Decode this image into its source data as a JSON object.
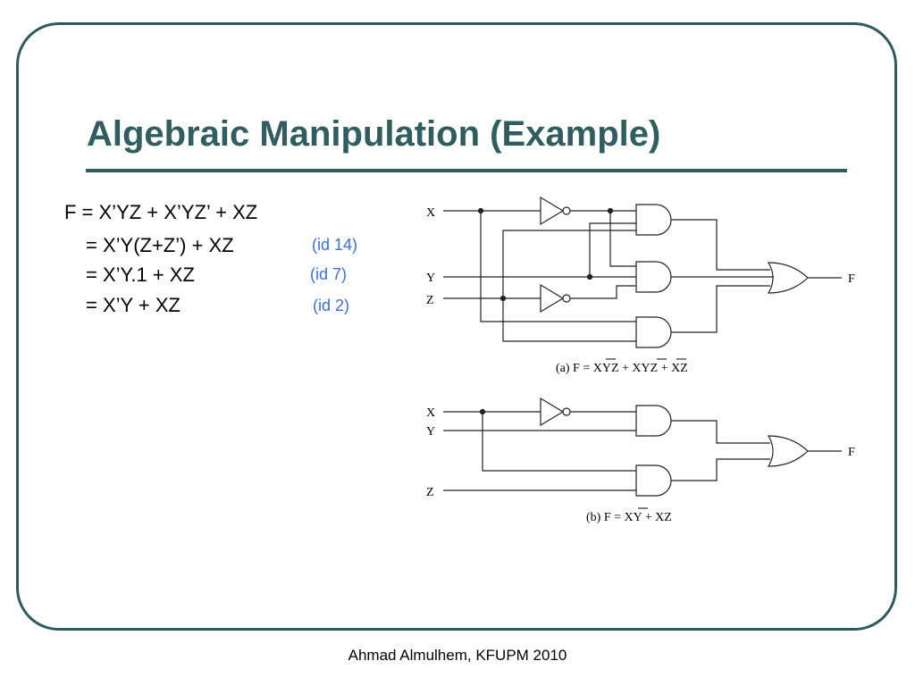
{
  "slide": {
    "title": "Algebraic Manipulation (Example)",
    "footer": "Ahmad Almulhem, KFUPM 2010",
    "accent_color": "#2f5d60"
  },
  "equations": [
    {
      "text": "F = X’YZ + X’YZ’ + XZ",
      "note": ""
    },
    {
      "text": "= X’Y(Z+Z’) + XZ",
      "note": "(id 14)"
    },
    {
      "text": "= X’Y.1 + XZ",
      "note": "(id 7)"
    },
    {
      "text": "= X’Y + XZ",
      "note": "(id 2)"
    }
  ],
  "circuit_a": {
    "inputs": [
      "X",
      "Y",
      "Z"
    ],
    "output": "F",
    "caption_prefix": "(a)  F = ",
    "caption_parts": [
      {
        "text": "X",
        "bar": true
      },
      {
        "text": "YZ + ",
        "bar": false
      },
      {
        "text": "X",
        "bar": true
      },
      {
        "text": "Y",
        "bar": false
      },
      {
        "text": "Z",
        "bar": true
      },
      {
        "text": " + XZ",
        "bar": false
      }
    ]
  },
  "circuit_b": {
    "inputs": [
      "X",
      "Y",
      "Z"
    ],
    "output": "F",
    "caption_prefix": "(b)  F = ",
    "caption_parts": [
      {
        "text": "X",
        "bar": true
      },
      {
        "text": "Y + XZ",
        "bar": false
      }
    ]
  }
}
